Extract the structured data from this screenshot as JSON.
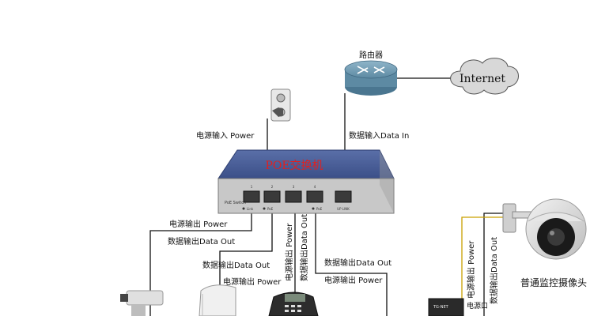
{
  "router": {
    "label": "路由器"
  },
  "cloud": {
    "label": "Internet"
  },
  "poe_switch": {
    "label": "POE交换机",
    "panel_label": "PoE Switch",
    "ports": [
      "1",
      "2",
      "3",
      "4"
    ],
    "uplink_label": "UP LINK",
    "port_tags": [
      "Link",
      "PoE",
      "PoE"
    ]
  },
  "power_input": {
    "label": "电源输入 Power"
  },
  "data_input": {
    "label": "数据输入Data In"
  },
  "links": {
    "left_power": "电源输出 Power",
    "left_data": "数据输出Data Out",
    "mid_data": "数据输出Data Out",
    "mid_power": "电源输出 Power",
    "vert_power": "电源输出 Power",
    "vert_data": "数据输出Data Out",
    "right_data": "数据输出Data Out",
    "right_power": "电源输出 Power",
    "far_power": "电源输出 Power",
    "far_data": "数据输出Data Out"
  },
  "dome_camera": {
    "label": "普通监控摄像头"
  },
  "splitter": {
    "label": "TG-NET",
    "port_label": "电源口"
  }
}
